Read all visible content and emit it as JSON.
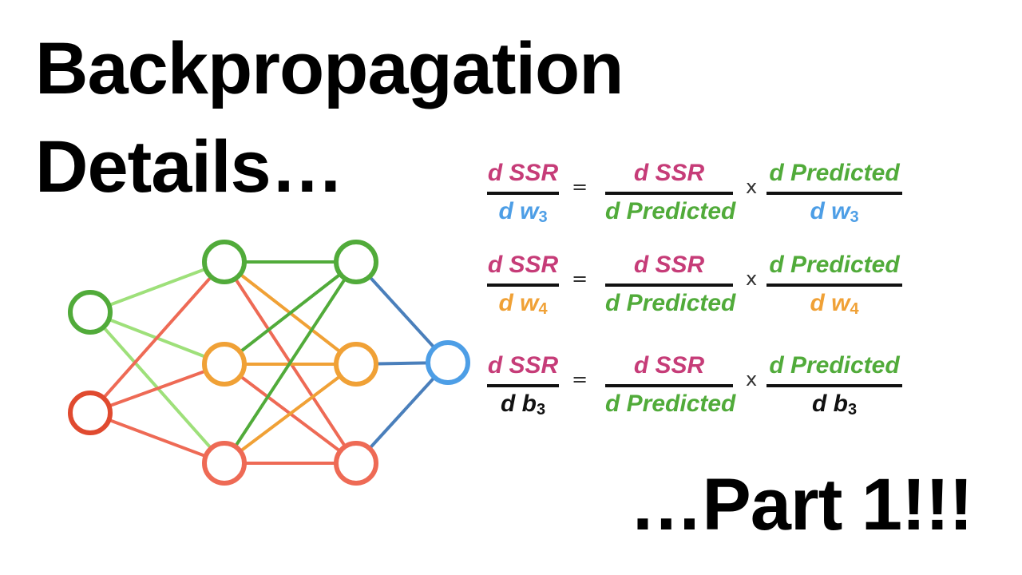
{
  "title": {
    "line1": "Backpropagation",
    "line2": "Details…"
  },
  "subtitle": "…Part 1!!!",
  "colors": {
    "pink": "#c63c78",
    "green": "#51ab3a",
    "blue": "#4d9ee6",
    "orange": "#f0a136",
    "black": "#111111",
    "light_green": "#9ee07a",
    "red": "#e04a2f",
    "salmon": "#ee6a55",
    "steel_blue": "#4a7fbb"
  },
  "operators": {
    "equals": "=",
    "times": "x"
  },
  "equations": [
    {
      "lhs_num": "d SSR",
      "lhs_den_text": "d w",
      "lhs_den_sub": "3",
      "lhs_den_color": "blue",
      "mid_num": "d SSR",
      "mid_den": "d Predicted",
      "rhs_num": "d Predicted",
      "rhs_den_text": "d w",
      "rhs_den_sub": "3",
      "rhs_den_color": "blue"
    },
    {
      "lhs_num": "d SSR",
      "lhs_den_text": "d w",
      "lhs_den_sub": "4",
      "lhs_den_color": "orange",
      "mid_num": "d SSR",
      "mid_den": "d Predicted",
      "rhs_num": "d Predicted",
      "rhs_den_text": "d w",
      "rhs_den_sub": "4",
      "rhs_den_color": "orange"
    },
    {
      "lhs_num": "d SSR",
      "lhs_den_text": "d b",
      "lhs_den_sub": "3",
      "lhs_den_color": "black",
      "mid_num": "d SSR",
      "mid_den": "d Predicted",
      "rhs_num": "d Predicted",
      "rhs_den_text": "d b",
      "rhs_den_sub": "3",
      "rhs_den_color": "black"
    }
  ],
  "network": {
    "nodes": [
      {
        "id": "in1",
        "layer": "input",
        "color": "green"
      },
      {
        "id": "in2",
        "layer": "input",
        "color": "red"
      },
      {
        "id": "h1a",
        "layer": "hidden1",
        "color": "green"
      },
      {
        "id": "h1b",
        "layer": "hidden1",
        "color": "orange"
      },
      {
        "id": "h1c",
        "layer": "hidden1",
        "color": "salmon"
      },
      {
        "id": "h2a",
        "layer": "hidden2",
        "color": "green"
      },
      {
        "id": "h2b",
        "layer": "hidden2",
        "color": "orange"
      },
      {
        "id": "h2c",
        "layer": "hidden2",
        "color": "salmon"
      },
      {
        "id": "out",
        "layer": "output",
        "color": "blue"
      }
    ],
    "edges": [
      {
        "from": "in1",
        "to": "h1a",
        "color": "light_green"
      },
      {
        "from": "in1",
        "to": "h1b",
        "color": "light_green"
      },
      {
        "from": "in1",
        "to": "h1c",
        "color": "light_green"
      },
      {
        "from": "in2",
        "to": "h1a",
        "color": "salmon"
      },
      {
        "from": "in2",
        "to": "h1b",
        "color": "salmon"
      },
      {
        "from": "in2",
        "to": "h1c",
        "color": "salmon"
      },
      {
        "from": "h1a",
        "to": "h2a",
        "color": "green"
      },
      {
        "from": "h1a",
        "to": "h2b",
        "color": "orange"
      },
      {
        "from": "h1a",
        "to": "h2c",
        "color": "salmon"
      },
      {
        "from": "h1b",
        "to": "h2a",
        "color": "green"
      },
      {
        "from": "h1b",
        "to": "h2b",
        "color": "orange"
      },
      {
        "from": "h1b",
        "to": "h2c",
        "color": "salmon"
      },
      {
        "from": "h1c",
        "to": "h2a",
        "color": "green"
      },
      {
        "from": "h1c",
        "to": "h2b",
        "color": "orange"
      },
      {
        "from": "h1c",
        "to": "h2c",
        "color": "salmon"
      },
      {
        "from": "h2a",
        "to": "out",
        "color": "steel_blue"
      },
      {
        "from": "h2b",
        "to": "out",
        "color": "steel_blue"
      },
      {
        "from": "h2c",
        "to": "out",
        "color": "steel_blue"
      }
    ]
  }
}
